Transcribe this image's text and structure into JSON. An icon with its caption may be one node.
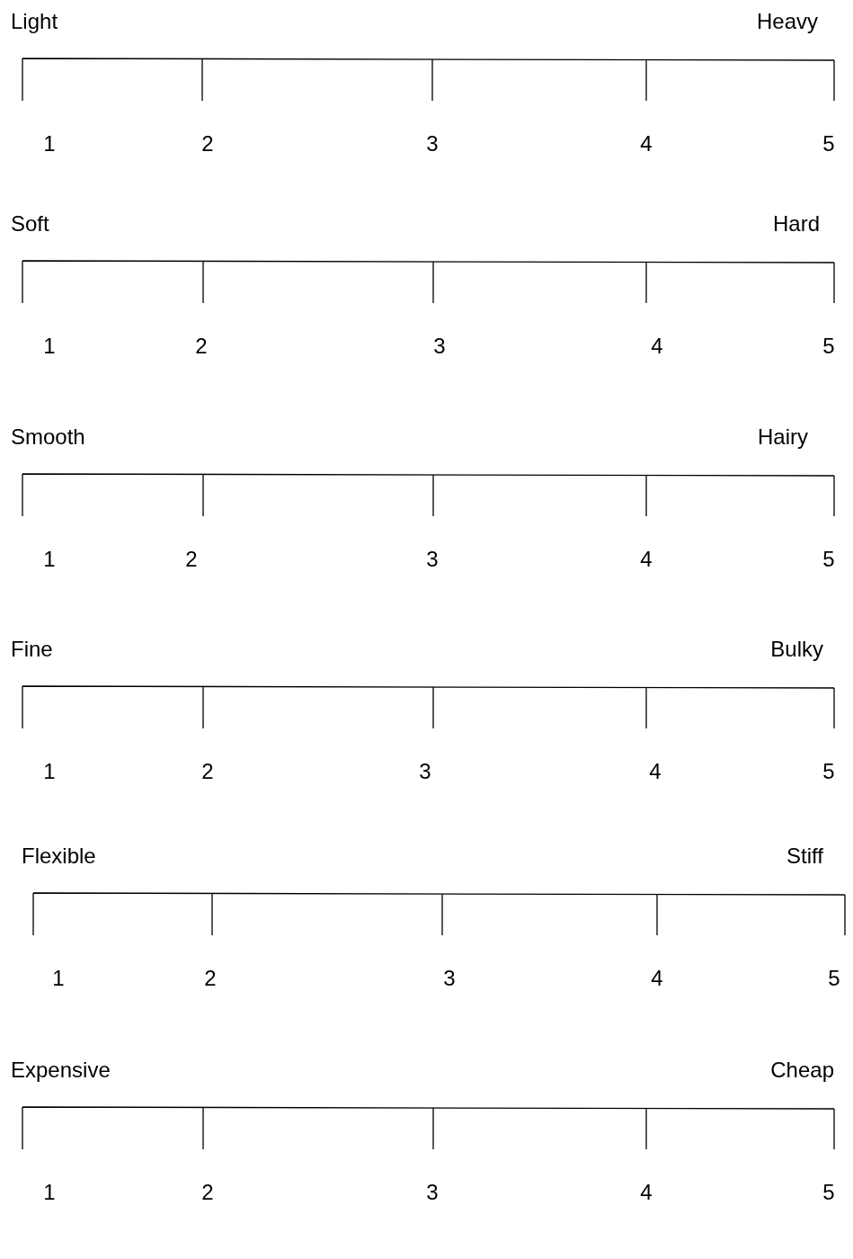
{
  "diagram": {
    "labels": [
      "Light",
      "Heavy",
      "1",
      "2",
      "3",
      "4",
      "5",
      "Soft",
      "Hard",
      "1",
      "2",
      "3",
      "4",
      "5",
      "Smooth",
      "Hairy",
      "1",
      "2",
      "3",
      "4",
      "5",
      "Fine",
      "Bulky",
      "1",
      "2",
      "3",
      "4",
      "5",
      "Flexible",
      "Stiff",
      "1",
      "2",
      "3",
      "4",
      "5",
      "Expensive",
      "Cheap",
      "1",
      "2",
      "3",
      "4",
      "5"
    ]
  }
}
